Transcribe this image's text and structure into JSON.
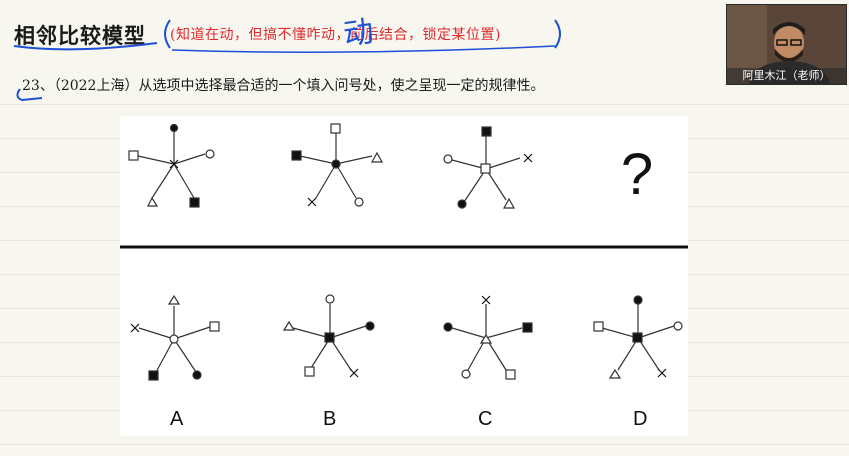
{
  "slide": {
    "title": "相邻比较模型",
    "note": "(知道在动，但搞不懂咋动，前后结合，锁定某位置)",
    "ink_char": "动",
    "question": "23、（2022上海）从选项中选择最合适的一个填入问号处，使之呈现一定的规律性。"
  },
  "webcam": {
    "caption": "阿里木江（老师）"
  },
  "puzzle": {
    "question_mark": "?",
    "options": [
      "A",
      "B",
      "C",
      "D"
    ]
  }
}
